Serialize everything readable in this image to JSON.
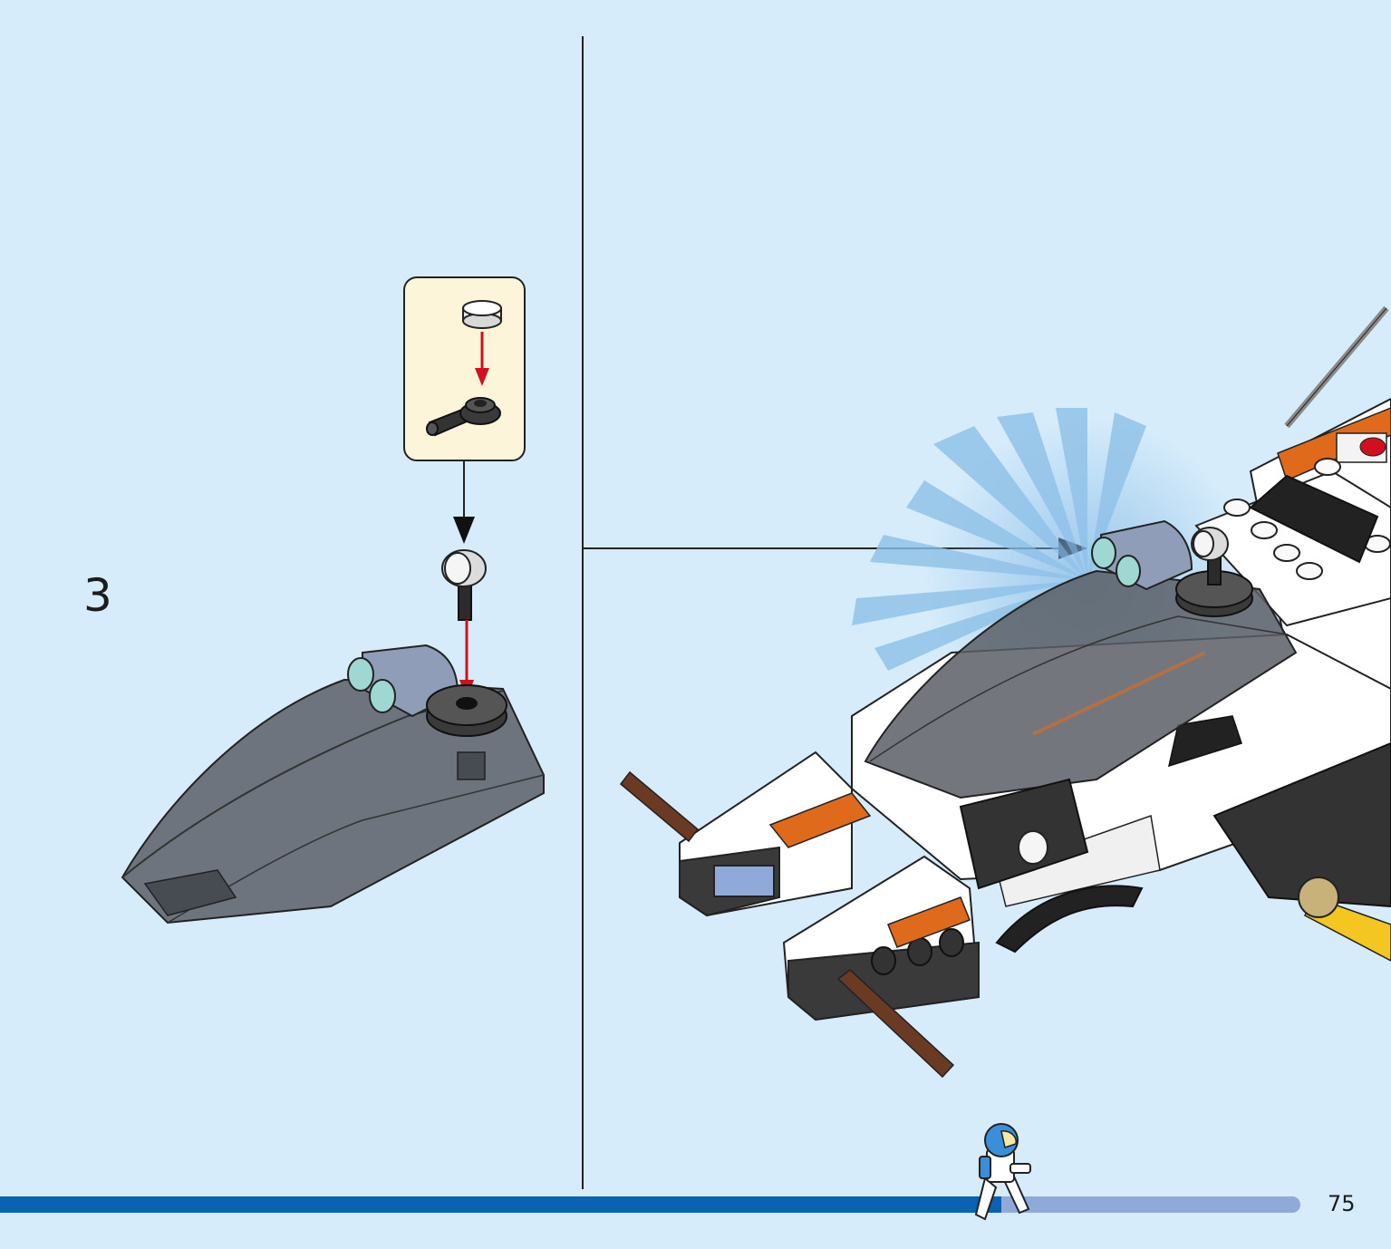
{
  "step": {
    "number": "3"
  },
  "page": {
    "number": "75"
  },
  "progress": {
    "fraction": 0.77
  },
  "colors": {
    "background": "#d6ecfb",
    "callout_fill": "#fdf5d9",
    "progress_done": "#0a62b0",
    "progress_remaining": "#8fa9d8",
    "arrow_red": "#d0101e",
    "canopy_smoke": "#5a5f66",
    "accent_orange": "#e06a1c"
  },
  "icons": {
    "callout_part": "lamp-holder-icon",
    "minifig": "astronaut-minifigure-icon"
  }
}
